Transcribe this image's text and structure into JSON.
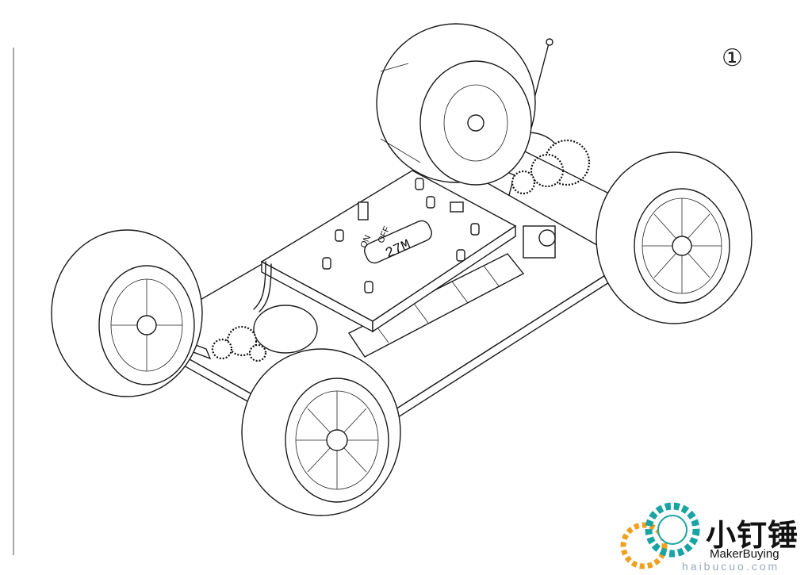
{
  "sheet": {
    "number": "①"
  },
  "board": {
    "switch_on": "ON",
    "switch_off": "OFF",
    "crystal": "27M"
  },
  "watermark": {
    "name_cn": "小钉锤",
    "name_en": "MakerBuying",
    "url": "haibucuo.com",
    "colors": {
      "gear_teal": "#1aa3a3",
      "gear_orange": "#f0a020"
    }
  }
}
